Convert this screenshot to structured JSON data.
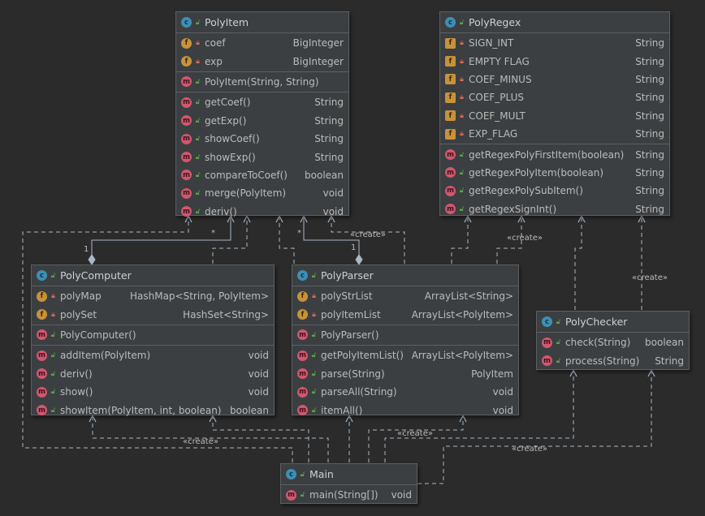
{
  "relations": {
    "create_label": "«create»",
    "mult_star": "*",
    "mult_one": "1"
  },
  "classes": {
    "polyitem": {
      "name": "PolyItem",
      "fields": [
        {
          "name": "coef",
          "type": "BigInteger",
          "vis": "private"
        },
        {
          "name": "exp",
          "type": "BigInteger",
          "vis": "private"
        }
      ],
      "ctors": [
        {
          "name": "PolyItem(String, String)",
          "type": "",
          "vis": "public"
        }
      ],
      "methods": [
        {
          "name": "getCoef()",
          "type": "String",
          "vis": "public"
        },
        {
          "name": "getExp()",
          "type": "String",
          "vis": "public"
        },
        {
          "name": "showCoef()",
          "type": "String",
          "vis": "public"
        },
        {
          "name": "showExp()",
          "type": "String",
          "vis": "public"
        },
        {
          "name": "compareToCoef()",
          "type": "boolean",
          "vis": "public"
        },
        {
          "name": "merge(PolyItem)",
          "type": "void",
          "vis": "public"
        },
        {
          "name": "deriv()",
          "type": "void",
          "vis": "public"
        }
      ]
    },
    "polyregex": {
      "name": "PolyRegex",
      "fields": [
        {
          "name": "SIGN_INT",
          "type": "String",
          "vis": "private"
        },
        {
          "name": "EMPTY FLAG",
          "type": "String",
          "vis": "private"
        },
        {
          "name": "COEF_MINUS",
          "type": "String",
          "vis": "private"
        },
        {
          "name": "COEF_PLUS",
          "type": "String",
          "vis": "private"
        },
        {
          "name": "COEF_MULT",
          "type": "String",
          "vis": "private"
        },
        {
          "name": "EXP_FLAG",
          "type": "String",
          "vis": "private"
        }
      ],
      "methods": [
        {
          "name": "getRegexPolyFirstItem(boolean)",
          "type": "String",
          "vis": "public"
        },
        {
          "name": "getRegexPolyItem(boolean)",
          "type": "String",
          "vis": "public"
        },
        {
          "name": "getRegexPolySubItem()",
          "type": "String",
          "vis": "public"
        },
        {
          "name": "getRegexSignInt()",
          "type": "String",
          "vis": "public"
        }
      ]
    },
    "polycomputer": {
      "name": "PolyComputer",
      "fields": [
        {
          "name": "polyMap",
          "type": "HashMap<String, PolyItem>",
          "vis": "private"
        },
        {
          "name": "polySet",
          "type": "HashSet<String>",
          "vis": "private"
        }
      ],
      "ctors": [
        {
          "name": "PolyComputer()",
          "type": "",
          "vis": "public"
        }
      ],
      "methods": [
        {
          "name": "addItem(PolyItem)",
          "type": "void",
          "vis": "public"
        },
        {
          "name": "deriv()",
          "type": "void",
          "vis": "public"
        },
        {
          "name": "show()",
          "type": "void",
          "vis": "public"
        },
        {
          "name": "showItem(PolyItem, int, boolean)",
          "type": "boolean",
          "vis": "public"
        }
      ]
    },
    "polyparser": {
      "name": "PolyParser",
      "fields": [
        {
          "name": "polyStrList",
          "type": "ArrayList<String>",
          "vis": "private"
        },
        {
          "name": "polyItemList",
          "type": "ArrayList<PolyItem>",
          "vis": "private"
        }
      ],
      "ctors": [
        {
          "name": "PolyParser()",
          "type": "",
          "vis": "public"
        }
      ],
      "methods": [
        {
          "name": "getPolyItemList()",
          "type": "ArrayList<PolyItem>",
          "vis": "public"
        },
        {
          "name": "parse(String)",
          "type": "PolyItem",
          "vis": "public"
        },
        {
          "name": "parseAll(String)",
          "type": "void",
          "vis": "public"
        },
        {
          "name": "itemAll()",
          "type": "void",
          "vis": "public"
        }
      ]
    },
    "polychecker": {
      "name": "PolyChecker",
      "methods": [
        {
          "name": "check(String)",
          "type": "boolean",
          "vis": "public"
        },
        {
          "name": "process(String)",
          "type": "String",
          "vis": "public"
        }
      ]
    },
    "main": {
      "name": "Main",
      "methods": [
        {
          "name": "main(String[])",
          "type": "void",
          "vis": "public"
        }
      ]
    }
  },
  "colors": {
    "background": "#2b2b2b",
    "box": "#3c3f41",
    "border": "#5d6063",
    "class_icon": "#3d8fb5",
    "field_icon": "#c8923b",
    "method_icon": "#d0576f",
    "public_vis": "#5aa046",
    "private_vis": "#d96b5a"
  }
}
